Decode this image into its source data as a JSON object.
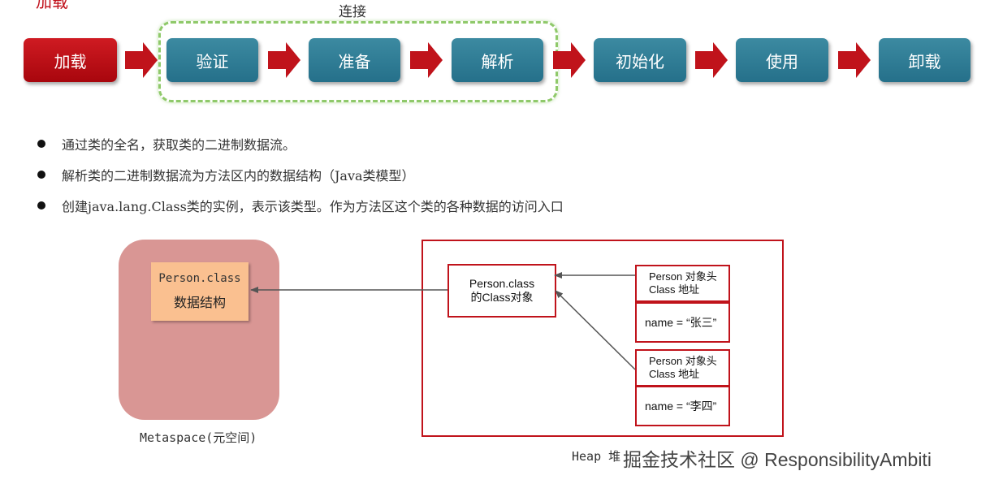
{
  "top_title": "加载",
  "link_group_label": "连接",
  "phases": [
    {
      "label": "加载",
      "color": "#c0101a"
    },
    {
      "label": "验证",
      "color": "#2f7d95"
    },
    {
      "label": "准备",
      "color": "#2f7d95"
    },
    {
      "label": "解析",
      "color": "#2f7d95"
    },
    {
      "label": "初始化",
      "color": "#2f7d95"
    },
    {
      "label": "使用",
      "color": "#2f7d95"
    },
    {
      "label": "卸载",
      "color": "#2f7d95"
    }
  ],
  "bullets": [
    "通过类的全名，获取类的二进制数据流。",
    "解析类的二进制数据流为方法区内的数据结构（Java类模型）",
    "创建java.lang.Class类的实例，表示该类型。作为方法区这个类的各种数据的访问入口"
  ],
  "metaspace": {
    "label": "Metaspace(元空间)",
    "class_line1": "Person.class",
    "class_line2": "数据结构"
  },
  "heap": {
    "label": "Heap 堆",
    "class_object_line1": "Person.class",
    "class_object_line2": "的Class对象",
    "objects": [
      {
        "header_line1": "Person 对象头",
        "header_line2": "Class 地址",
        "field": "name = “张三”"
      },
      {
        "header_line1": "Person 对象头",
        "header_line2": "Class 地址",
        "field": "name = “李四”"
      }
    ]
  },
  "watermark": "掘金技术社区 @ ResponsibilityAmbiti",
  "colors": {
    "accent_red": "#c0131b",
    "teal": "#2f7d95",
    "link_green": "#8fc96a"
  }
}
